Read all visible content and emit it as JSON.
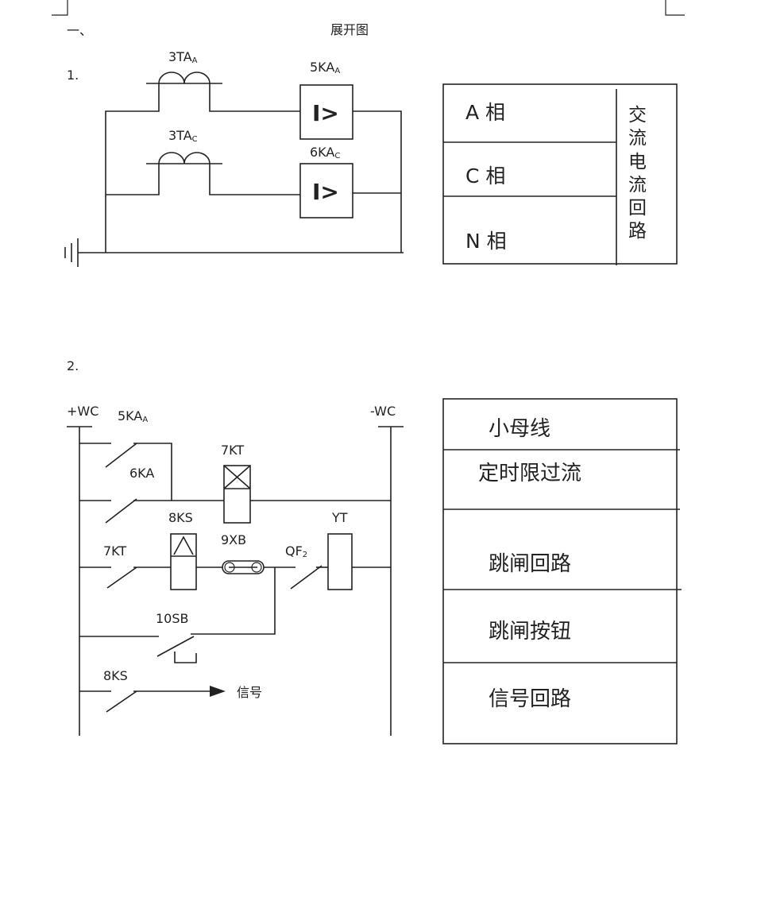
{
  "header": {
    "section_marker": "一、",
    "title": "展开图"
  },
  "diagram1": {
    "number": "1.",
    "labels": {
      "ta_a_main": "3TA",
      "ta_a_sub": "A",
      "ta_c_main": "3TA",
      "ta_c_sub": "C",
      "ka_a_main": "5KA",
      "ka_a_sub": "A",
      "ka_c_main": "6KA",
      "ka_c_sub": "C",
      "relay_symbol": "I>"
    },
    "table": {
      "rows": [
        "A 相",
        "C 相",
        "N 相"
      ],
      "side_label": [
        "交",
        "流",
        "电",
        "流",
        "回",
        "路"
      ]
    }
  },
  "diagram2": {
    "number": "2.",
    "labels": {
      "pos_bus": "+WC",
      "neg_bus": "-WC",
      "ka5_main": "5KA",
      "ka5_sub": "A",
      "ka6": "6KA",
      "kt7_coil": "7KT",
      "ks8_coil": "8KS",
      "xb9": "9XB",
      "qf_main": "QF",
      "qf_sub": "2",
      "yt": "YT",
      "kt7_contact": "7KT",
      "sb10": "10SB",
      "ks8_contact": "8KS",
      "signal": "信号"
    },
    "table": {
      "rows": [
        "小母线",
        "定时限过流",
        "跳闸回路",
        "跳闸按钮",
        "信号回路"
      ]
    }
  }
}
